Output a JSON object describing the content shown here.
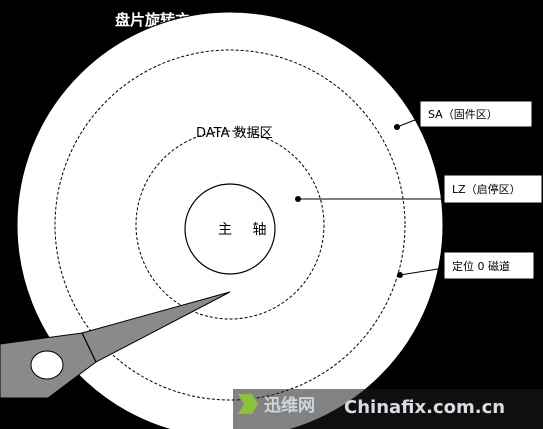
{
  "title": "盘片旋转方",
  "labels": {
    "sa": "SA（固件区）",
    "lz": "LZ（启停区）",
    "track0": "定位 0 磁道",
    "data": "DATA 数据区",
    "spindle": "主 轴"
  },
  "watermark": {
    "cn": "迅维网",
    "en": "Chinafix.com.cn"
  },
  "colors": {
    "background": "#000000",
    "platter": "#ffffff",
    "outline": "#000000",
    "arm": "#8a8a8a"
  }
}
